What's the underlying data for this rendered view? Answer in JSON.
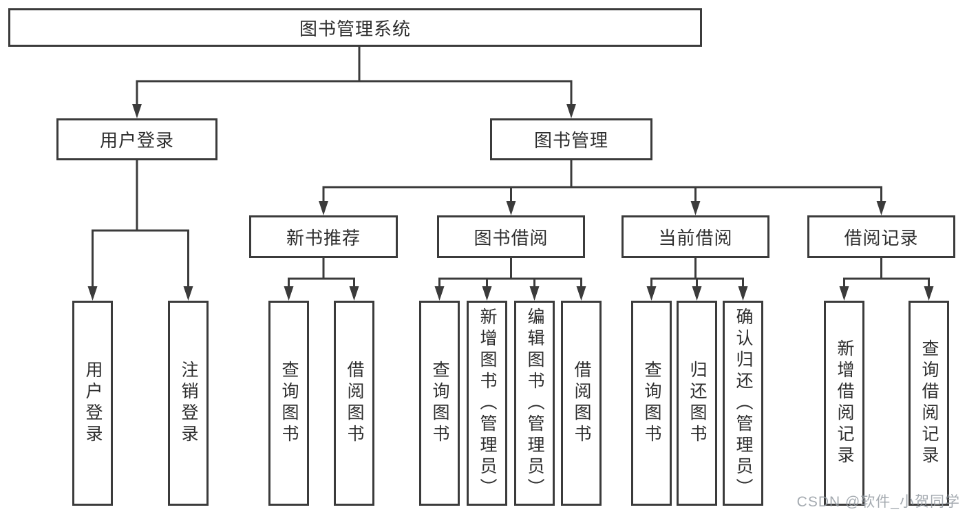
{
  "diagram": {
    "tree": {
      "label": "图书管理系统",
      "children": [
        {
          "label": "用户登录",
          "children": [
            {
              "label": "用户登录"
            },
            {
              "label": "注销登录"
            }
          ]
        },
        {
          "label": "图书管理",
          "children": [
            {
              "label": "新书推荐",
              "children": [
                {
                  "label": "查询图书"
                },
                {
                  "label": "借阅图书"
                }
              ]
            },
            {
              "label": "图书借阅",
              "children": [
                {
                  "label": "查询图书"
                },
                {
                  "label": "新增图书（管理员）"
                },
                {
                  "label": "编辑图书（管理员）"
                },
                {
                  "label": "借阅图书"
                }
              ]
            },
            {
              "label": "当前借阅",
              "children": [
                {
                  "label": "查询图书"
                },
                {
                  "label": "归还图书"
                },
                {
                  "label": "确认归还（管理员）"
                }
              ]
            },
            {
              "label": "借阅记录",
              "children": [
                {
                  "label": "新增借阅记录"
                },
                {
                  "label": "查询借阅记录"
                }
              ]
            }
          ]
        }
      ]
    }
  },
  "watermark": {
    "text": "CSDN @软件_小贺同学"
  },
  "colors": {
    "line": "#3b3b3b",
    "text": "#2e2e2e",
    "background": "#ffffff",
    "watermark": "#949ba2"
  }
}
